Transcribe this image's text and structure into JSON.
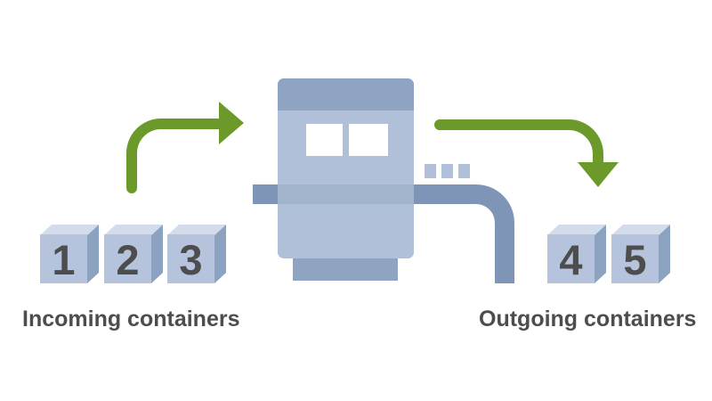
{
  "incoming": {
    "label": "Incoming containers",
    "containers": [
      "1",
      "2",
      "3"
    ]
  },
  "outgoing": {
    "label": "Outgoing containers",
    "containers": [
      "4",
      "5"
    ]
  },
  "icons": {
    "machine": "processing-machine-icon",
    "incoming_arrow": "curved-arrow-right-icon",
    "outgoing_arrow": "curved-arrow-down-icon"
  },
  "colors": {
    "arrow_green": "#6b9a2a",
    "machine_body": "#b0c0d8",
    "machine_dark": "#8fa3c2",
    "machine_belt": "#a2b3cc",
    "machine_pipe": "#7e95b7",
    "box_front": "#b5c3dc",
    "box_top": "#d3dcea",
    "box_side": "#8ca2c1",
    "text": "#4d4d4d"
  }
}
